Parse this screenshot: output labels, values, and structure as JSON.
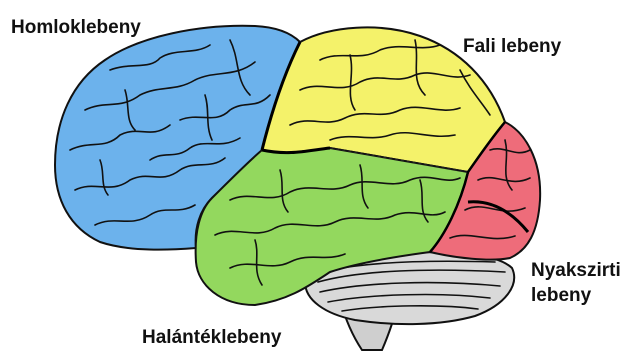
{
  "labels": {
    "frontal": "Homloklebeny",
    "parietal": "Fali lebeny",
    "occipital_line1": "Nyakszirti",
    "occipital_line2": "lebeny",
    "temporal": "Halántéklebeny"
  },
  "colors": {
    "frontal": "#6cb2ec",
    "parietal": "#f4f26a",
    "temporal": "#93d85e",
    "occipital": "#ee6c7a",
    "cerebellum": "#d9d9d9",
    "brainstem": "#cfcfcf"
  }
}
